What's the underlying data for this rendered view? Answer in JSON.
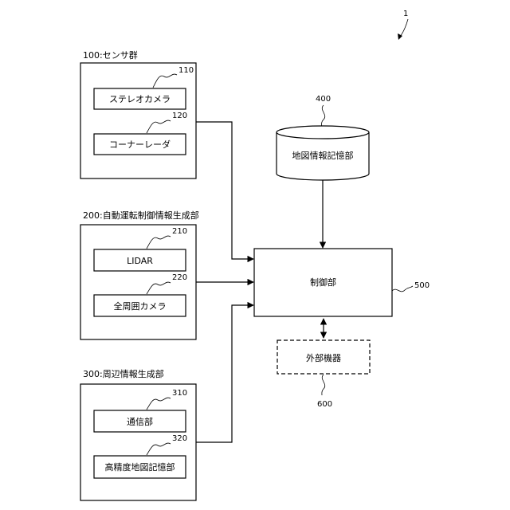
{
  "figure_ref": "1",
  "groups": {
    "sensor": {
      "title": "100:センサ群",
      "ref1": "110",
      "item1": "ステレオカメラ",
      "ref2": "120",
      "item2": "コーナーレーダ"
    },
    "auto": {
      "title": "200:自動運転制御情報生成部",
      "ref1": "210",
      "item1": "LIDAR",
      "ref2": "220",
      "item2": "全周囲カメラ"
    },
    "periph": {
      "title": "300:周辺情報生成部",
      "ref1": "310",
      "item1": "通信部",
      "ref2": "320",
      "item2": "高精度地図記憶部"
    }
  },
  "map_storage": {
    "ref": "400",
    "label": "地図情報記憶部"
  },
  "controller": {
    "ref": "500",
    "label": "制御部"
  },
  "external": {
    "ref": "600",
    "label": "外部機器"
  }
}
